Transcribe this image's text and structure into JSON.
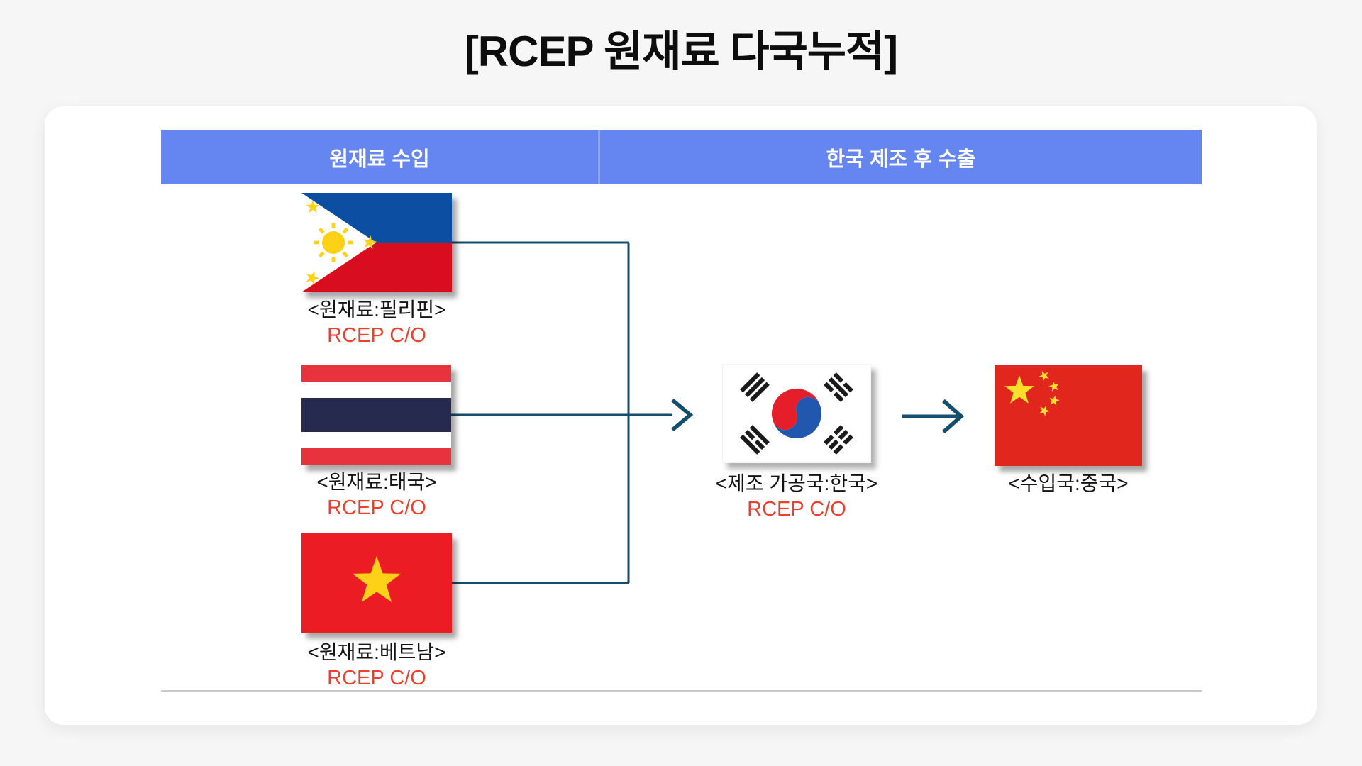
{
  "title": "[RCEP 원재료 다국누적]",
  "header": {
    "left": "원재료 수입",
    "right": "한국 제조 후 수출"
  },
  "sources": [
    {
      "country": "philippines",
      "flag_icon": "philippines-flag-icon",
      "label": "<원재료:필리핀>",
      "cert": "RCEP C/O"
    },
    {
      "country": "thailand",
      "flag_icon": "thailand-flag-icon",
      "label": "<원재료:태국>",
      "cert": "RCEP C/O"
    },
    {
      "country": "vietnam",
      "flag_icon": "vietnam-flag-icon",
      "label": "<원재료:베트남>",
      "cert": "RCEP C/O"
    }
  ],
  "manufacturer": {
    "country": "korea",
    "flag_icon": "korea-flag-icon",
    "label": "<제조 가공국:한국>",
    "cert": "RCEP C/O"
  },
  "importer": {
    "country": "china",
    "flag_icon": "china-flag-icon",
    "label": "<수입국:중국>"
  },
  "colors": {
    "header_bg": "#6585f0",
    "cert_red": "#ee3f2c",
    "connector": "#134e6c",
    "page_bg": "#f6f6f7",
    "card_bg": "#ffffff"
  }
}
